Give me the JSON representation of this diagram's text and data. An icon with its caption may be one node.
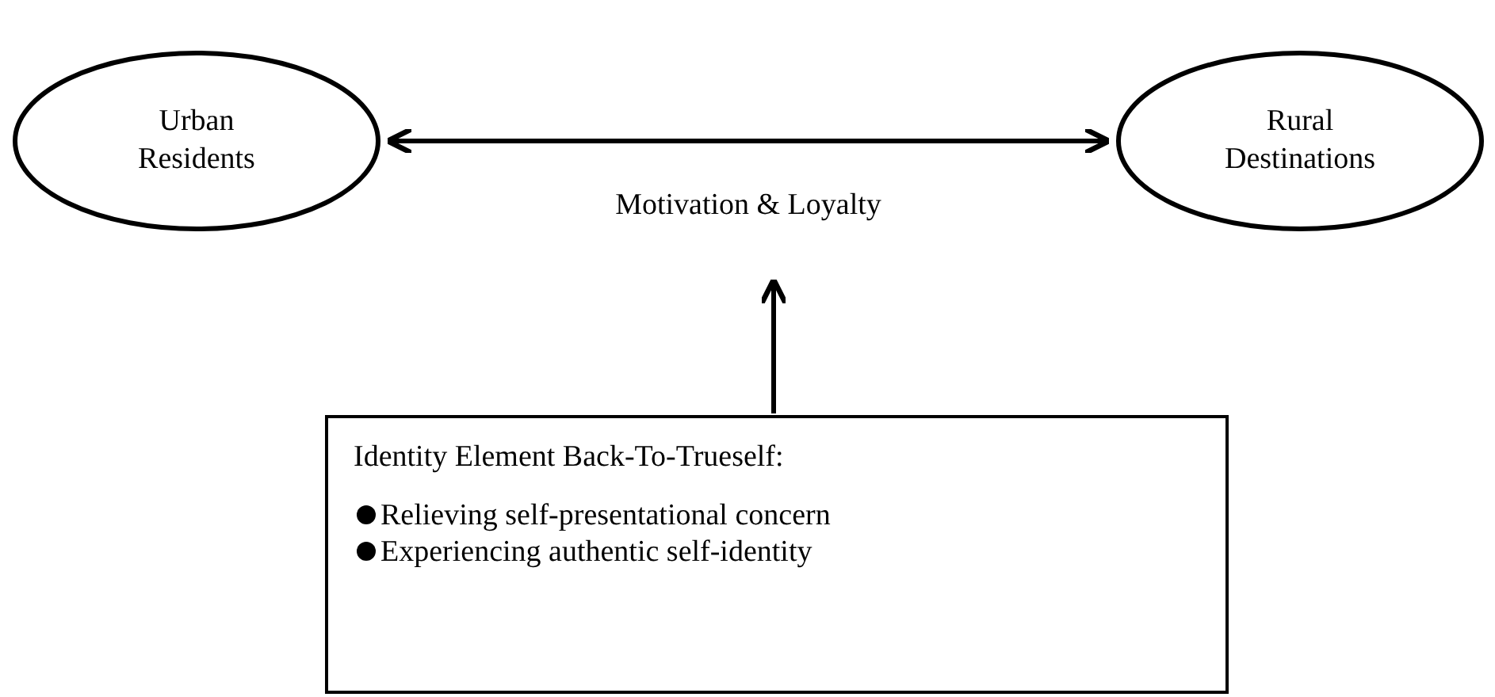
{
  "diagram": {
    "nodes": [
      {
        "text": [
          "Urban Residents"
        ]
      },
      {
        "text": [
          "Rural Destinations"
        ]
      },
      {
        "text": [
          "Identity Element Back-To-Trueself:",
          "Relieving self-presentational concern",
          "Experiencing authentic self-identity"
        ]
      }
    ],
    "edges": [
      {
        "from": 0,
        "to": 1,
        "arrow": "both",
        "label": "Motivation & Loyalty"
      },
      {
        "from": 2,
        "to": null,
        "arrow": "to"
      }
    ]
  }
}
